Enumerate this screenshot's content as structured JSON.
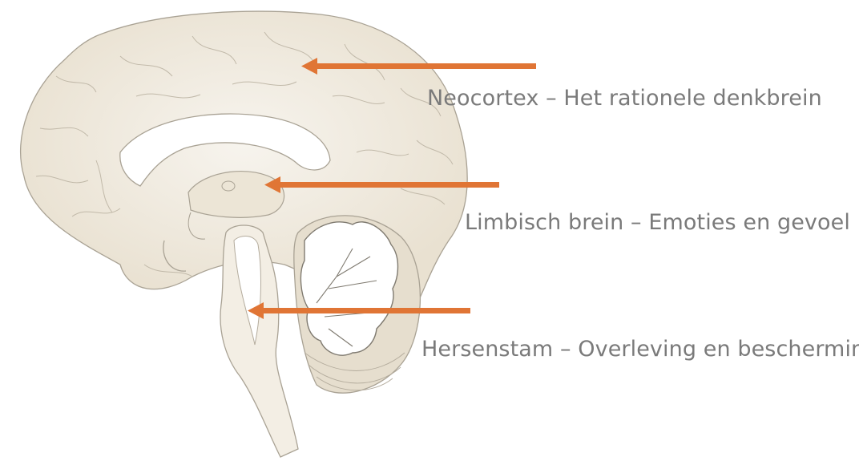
{
  "labels": {
    "neocortex": "Neocortex – Het rationele denkbrein",
    "limbic": "Limbisch brein – Emoties en gevoel",
    "brainstem": "Hersenstam – Overleving en bescherming"
  },
  "colors": {
    "arrow": "#e07535",
    "brain_fill": "#ede6d8",
    "brain_stroke": "#a9a294",
    "text": "#7a7a7a"
  },
  "icons": {
    "diagram": "brain-sagittal-section-illustration"
  }
}
